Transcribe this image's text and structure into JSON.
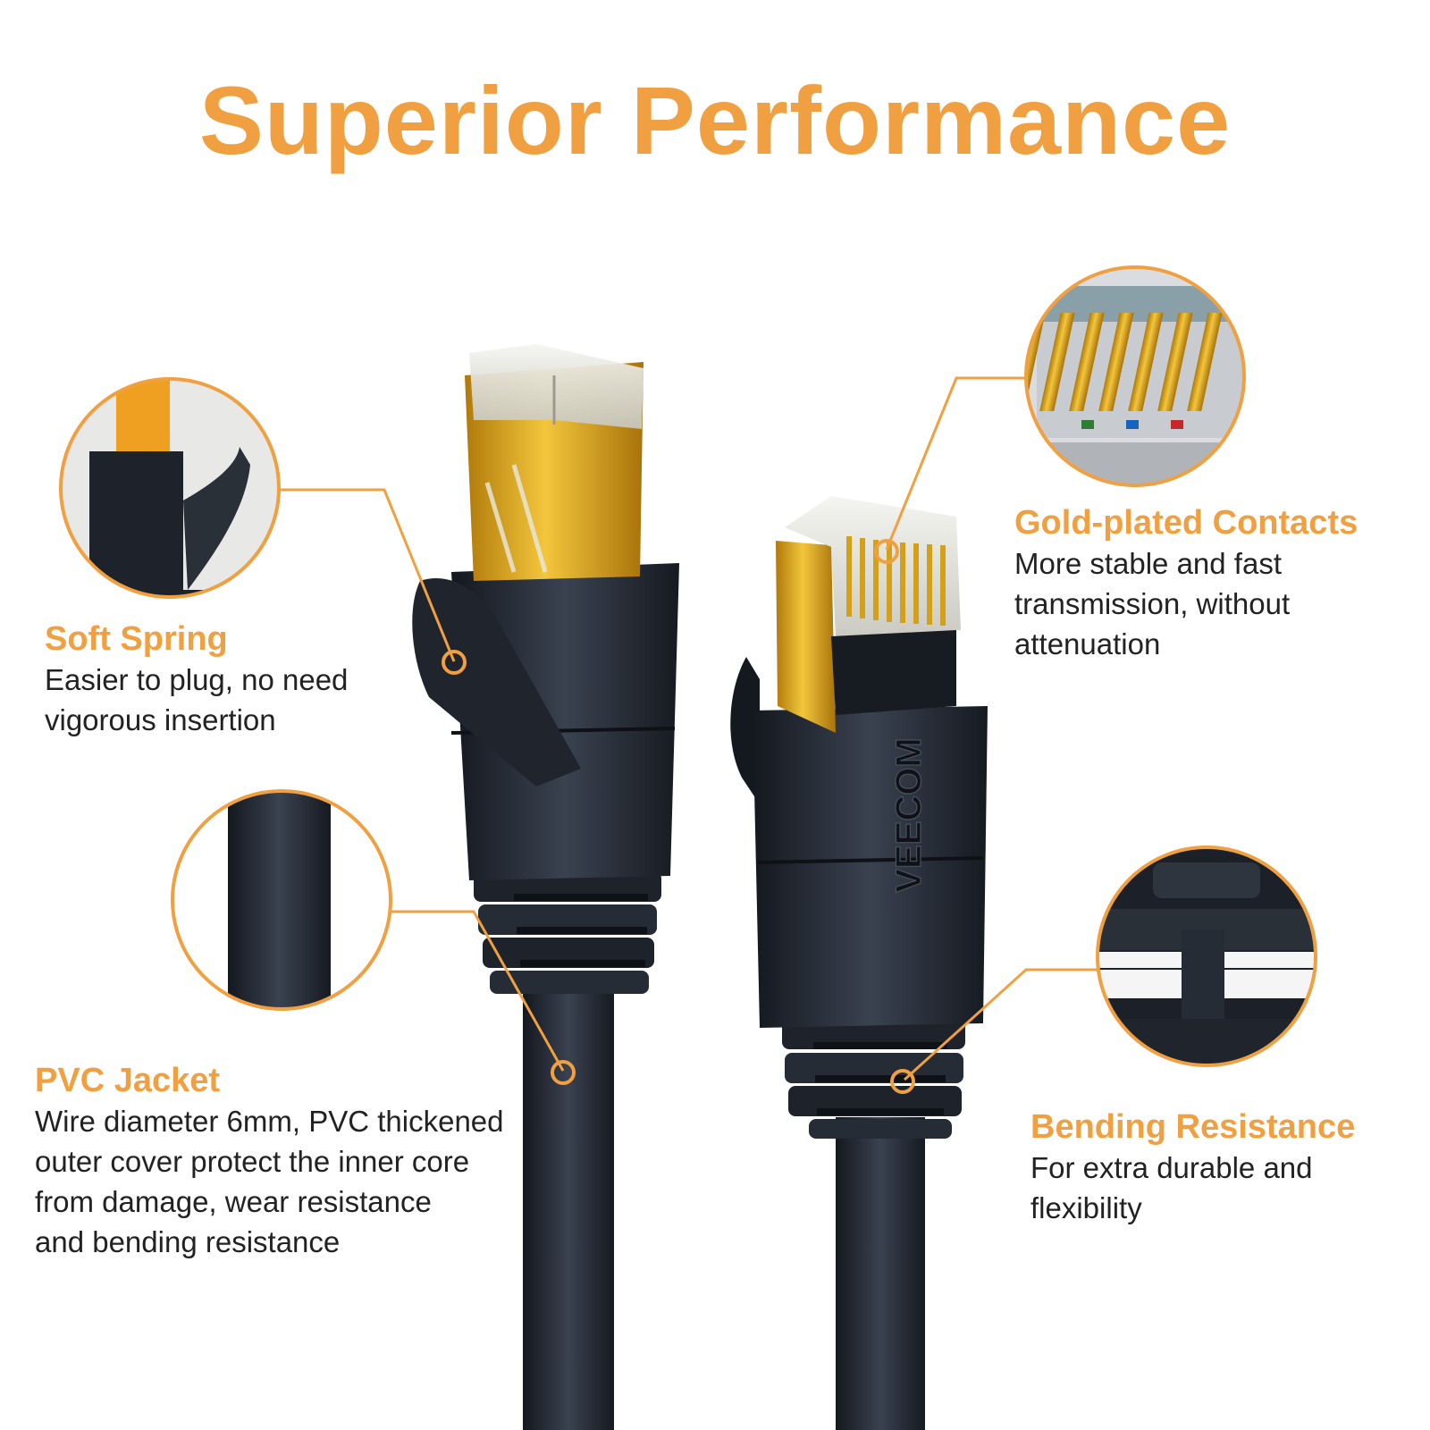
{
  "title": "Superior Performance",
  "brand_mark": "VEECOM",
  "colors": {
    "accent": "#F0A040",
    "cable": "#222831",
    "gold": "#D4A017",
    "text": "#222222"
  },
  "features": [
    {
      "id": "soft-spring",
      "heading": "Soft Spring",
      "lines": [
        "Easier to plug, no need",
        "vigorous insertion"
      ]
    },
    {
      "id": "gold-contacts",
      "heading": "Gold-plated Contacts",
      "lines": [
        "More stable and fast",
        "transmission, without",
        "attenuation"
      ]
    },
    {
      "id": "pvc-jacket",
      "heading": "PVC Jacket",
      "lines": [
        "Wire diameter 6mm, PVC thickened",
        "outer cover protect the inner core",
        "from damage, wear resistance",
        "and bending resistance"
      ]
    },
    {
      "id": "bending",
      "heading": "Bending Resistance",
      "lines": [
        "For extra durable and",
        "flexibility"
      ]
    }
  ]
}
